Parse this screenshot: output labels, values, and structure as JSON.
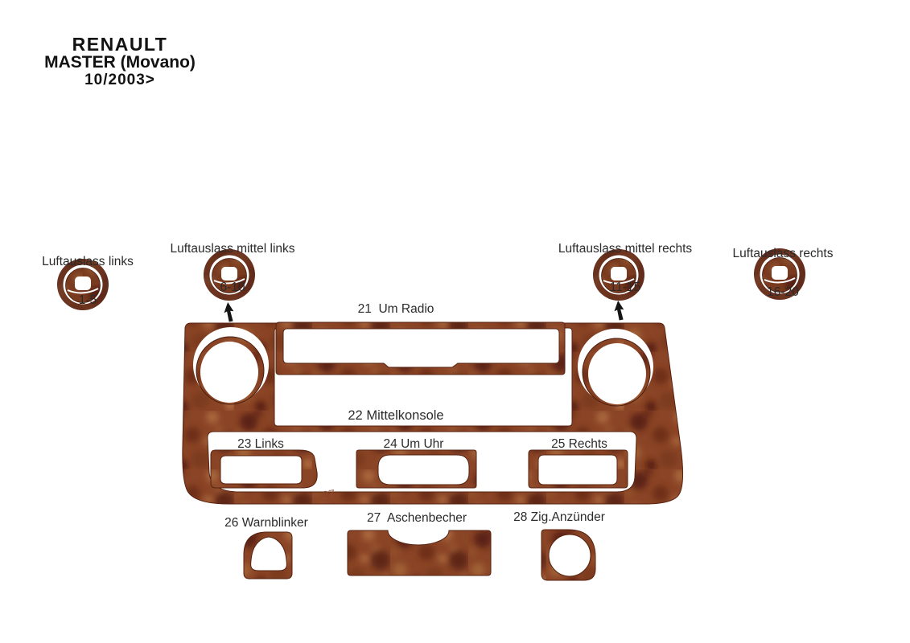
{
  "header": {
    "brand": "RENAULT",
    "model": "MASTER (Movano)",
    "date_range": "10/2003>"
  },
  "vents": [
    {
      "label": "Luftauslass links",
      "range": "1-5"
    },
    {
      "label": "Luftauslass mittel links",
      "range": "6-10"
    },
    {
      "label": "Luftauslass mittel rechts",
      "range": "11-15"
    },
    {
      "label": "Luftauslass rechts",
      "range": "16-20"
    }
  ],
  "console": {
    "radio_label": "21  Um Radio",
    "panel_label": "22 Mittelkonsole",
    "left_switch_label": "23 Links",
    "clock_label": "24 Um Uhr",
    "right_switch_label": "25 Rechts",
    "stamp": "27"
  },
  "bottom_parts": {
    "hazard_label": "26 Warnblinker",
    "ashtray_label": "27  Aschenbecher",
    "lighter_label": "28 Zig.Anzünder"
  },
  "colors": {
    "wood_base": "#8a4426",
    "wood_dark": "#5c2412",
    "wood_light": "#a8683c",
    "vent_ring": "#5e2b1b",
    "text": "#2b2b2b",
    "background": "#ffffff"
  }
}
